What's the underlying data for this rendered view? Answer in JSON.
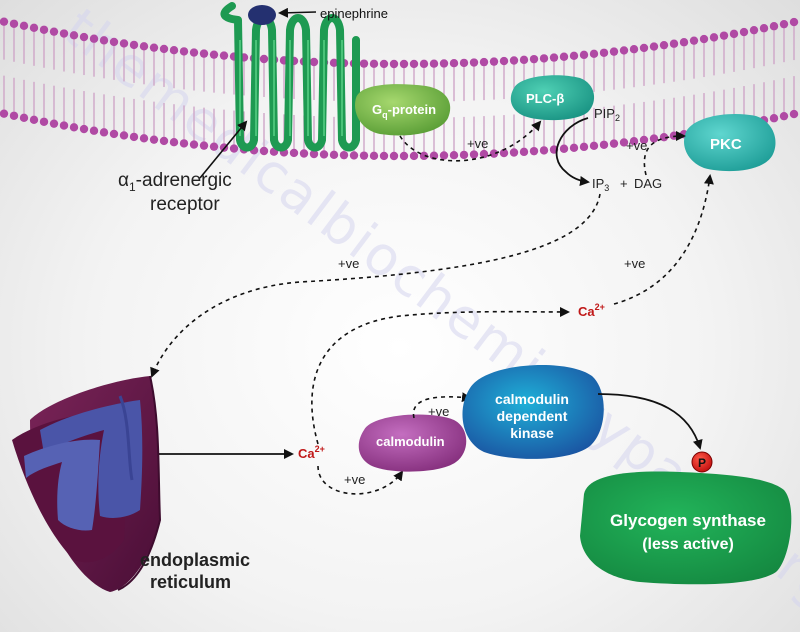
{
  "labels": {
    "epinephrine": "epinephrine",
    "receptor_alpha": "α",
    "receptor_sub": "1",
    "receptor_line1_rest": "-adrenergic",
    "receptor_line2": "receptor",
    "gq_g": "G",
    "gq_sub": "q",
    "gq_rest": "-protein",
    "plc": "PLC-β",
    "pip_main": "PIP",
    "pip_sub": "2",
    "ip_main": "IP",
    "ip_sub": "3",
    "plus": "+",
    "dag": "DAG",
    "pkc": "PKC",
    "ve": "+ve",
    "ca_main": "Ca",
    "ca_sup": "2+",
    "calmodulin": "calmodulin",
    "cdk_line1": "calmodulin",
    "cdk_line2": "dependent",
    "cdk_line3": "kinase",
    "phosphate": "P",
    "gs_line1": "Glycogen synthase",
    "gs_line2": "(less active)",
    "er_line1": "endoplasmic",
    "er_line2": "reticulum"
  },
  "watermark": "themedicalbiochemistrypage.org",
  "colors": {
    "membrane_head": "#b04aa4",
    "receptor": "#1e9a52",
    "epinephrine": "#243070",
    "gq": "#7cc04a",
    "plc": "#26b29a",
    "pkc": "#2bb7b0",
    "calmodulin": "#a0409a",
    "cdk": "#1f7fc4",
    "glycogen_synthase": "#1a9a4a",
    "phosphate": "#e01a1a",
    "er": "#6a1a4a",
    "er_lumen": "#4a55a8",
    "ca_text": "#c01818"
  }
}
